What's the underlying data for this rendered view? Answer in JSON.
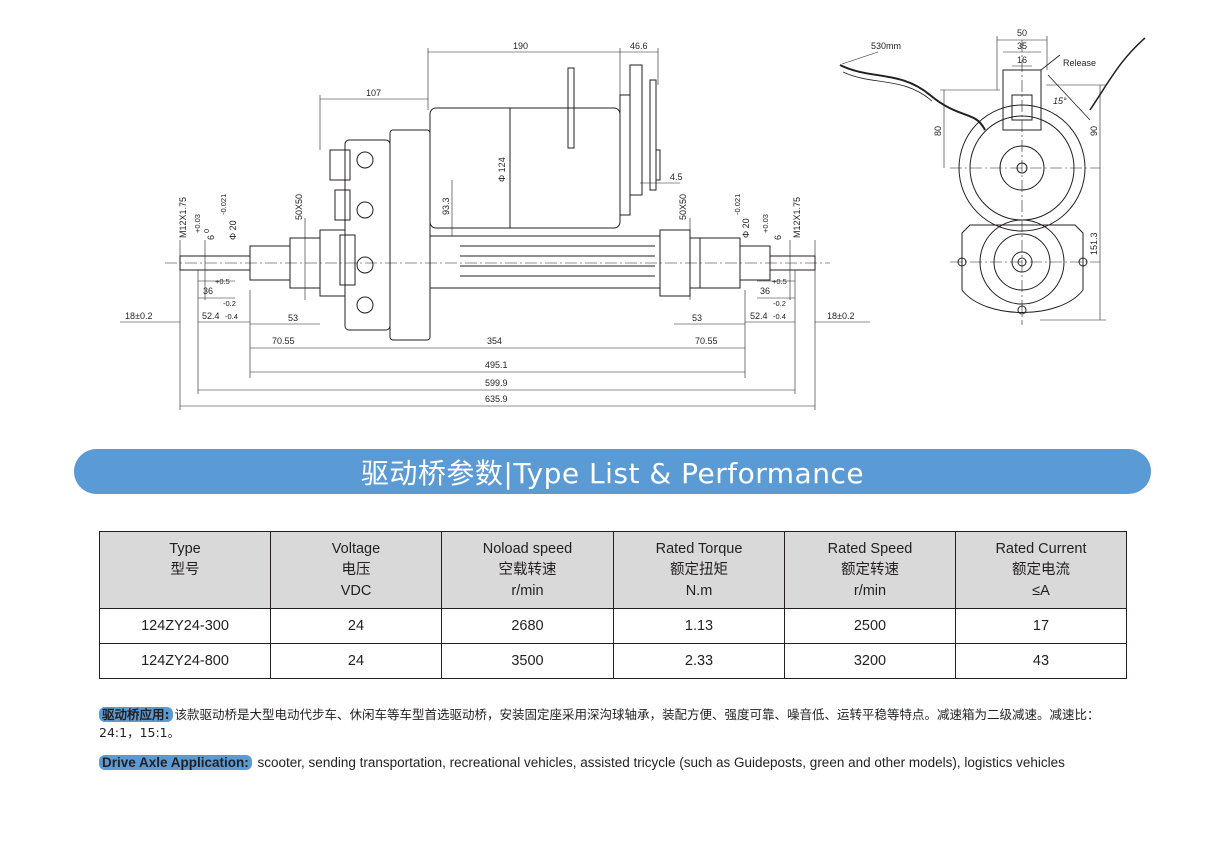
{
  "drawing": {
    "dims": {
      "d190": "190",
      "d46_6": "46.6",
      "d107": "107",
      "d124": "Φ 124",
      "d93_3": "93.3",
      "d4_5": "4.5",
      "d50x50": "50X50",
      "m12": "M12X1.75",
      "tol003": "+0.03",
      "tol0": "0",
      "d6": "6",
      "d20": "Φ 20",
      "tol021": "-0.021",
      "d36": "36",
      "tol05": "+0.5",
      "tol02": "-0.2",
      "d52": "52.4",
      "tol04": "-0.4",
      "d18": "18±0.2",
      "d53": "53",
      "d70": "70.55",
      "d354": "354",
      "d495": "495.1",
      "d599": "599.9",
      "d635": "635.9",
      "d530": "530mm",
      "d50": "50",
      "d35": "35",
      "d16": "16",
      "release": "Release",
      "d15": "15°",
      "d80": "80",
      "d90": "90",
      "d151": "151.3"
    }
  },
  "banner": {
    "title": "驱动桥参数|Type List & Performance"
  },
  "table": {
    "headers": [
      {
        "en": "Type",
        "cn": "型号",
        "unit": ""
      },
      {
        "en": "Voltage",
        "cn": "电压",
        "unit": "VDC"
      },
      {
        "en": "Noload speed",
        "cn": "空载转速",
        "unit": "r/min"
      },
      {
        "en": "Rated Torque",
        "cn": "额定扭矩",
        "unit": "N.m"
      },
      {
        "en": "Rated Speed",
        "cn": "额定转速",
        "unit": "r/min"
      },
      {
        "en": "Rated Current",
        "cn": "额定电流",
        "unit": "≤A"
      }
    ],
    "rows": [
      [
        "124ZY24-300",
        "24",
        "2680",
        "1.13",
        "2500",
        "17"
      ],
      [
        "124ZY24-800",
        "24",
        "3500",
        "2.33",
        "3200",
        "43"
      ]
    ]
  },
  "notes": {
    "cn_tag": "驱动桥应用:",
    "cn_text": "该款驱动桥是大型电动代步车、休闲车等车型首选驱动桥，安装固定座采用深沟球轴承，装配方便、强度可靠、噪音低、运转平稳等特点。减速箱为二级减速。减速比：24:1，15:1。",
    "en_tag": "Drive Axle Application:",
    "en_text": " scooter, sending transportation, recreational vehicles, assisted tricycle (such as Guideposts, green and other models), logistics vehicles"
  },
  "colors": {
    "banner": "#5b9bd5",
    "header_bg": "#d9d9d9",
    "ink": "#231f20"
  }
}
